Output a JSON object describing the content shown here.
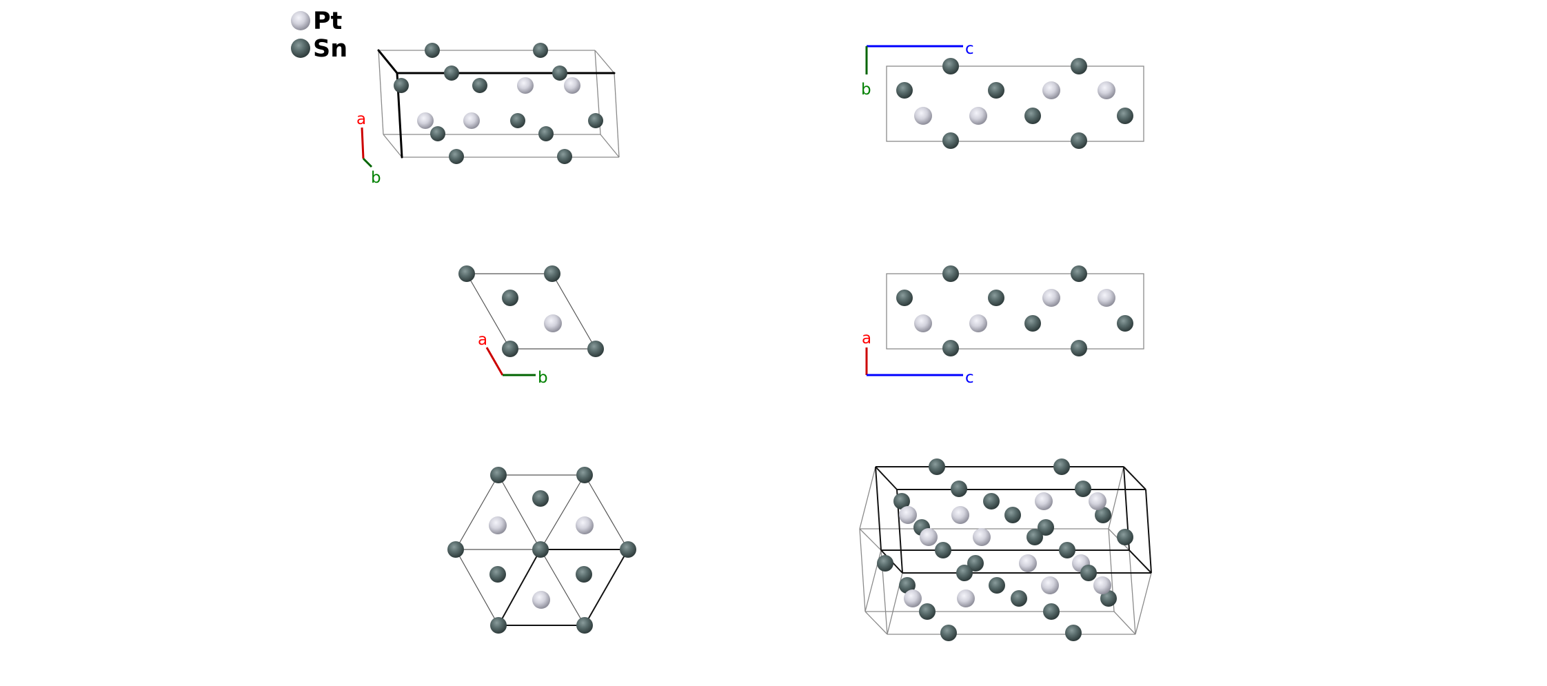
{
  "legend": {
    "items": [
      {
        "symbol": "Pt",
        "color": "#d2d2dc"
      },
      {
        "symbol": "Sn",
        "color": "#5b6e6e"
      }
    ]
  },
  "axes": {
    "a": "a",
    "b": "b",
    "c": "c",
    "colors": {
      "a": "#ff0000",
      "b": "#008000",
      "c": "#0000ff"
    }
  },
  "panels": [
    {
      "name": "perspective-view",
      "axes_shown": [
        "a",
        "b"
      ]
    },
    {
      "name": "view-along-a",
      "axes_shown": [
        "b",
        "c"
      ]
    },
    {
      "name": "view-along-c",
      "axes_shown": [
        "a",
        "b"
      ]
    },
    {
      "name": "view-along-b",
      "axes_shown": [
        "a",
        "c"
      ]
    },
    {
      "name": "view-along-c-supercell",
      "axes_shown": []
    },
    {
      "name": "perspective-supercell",
      "axes_shown": []
    }
  ]
}
